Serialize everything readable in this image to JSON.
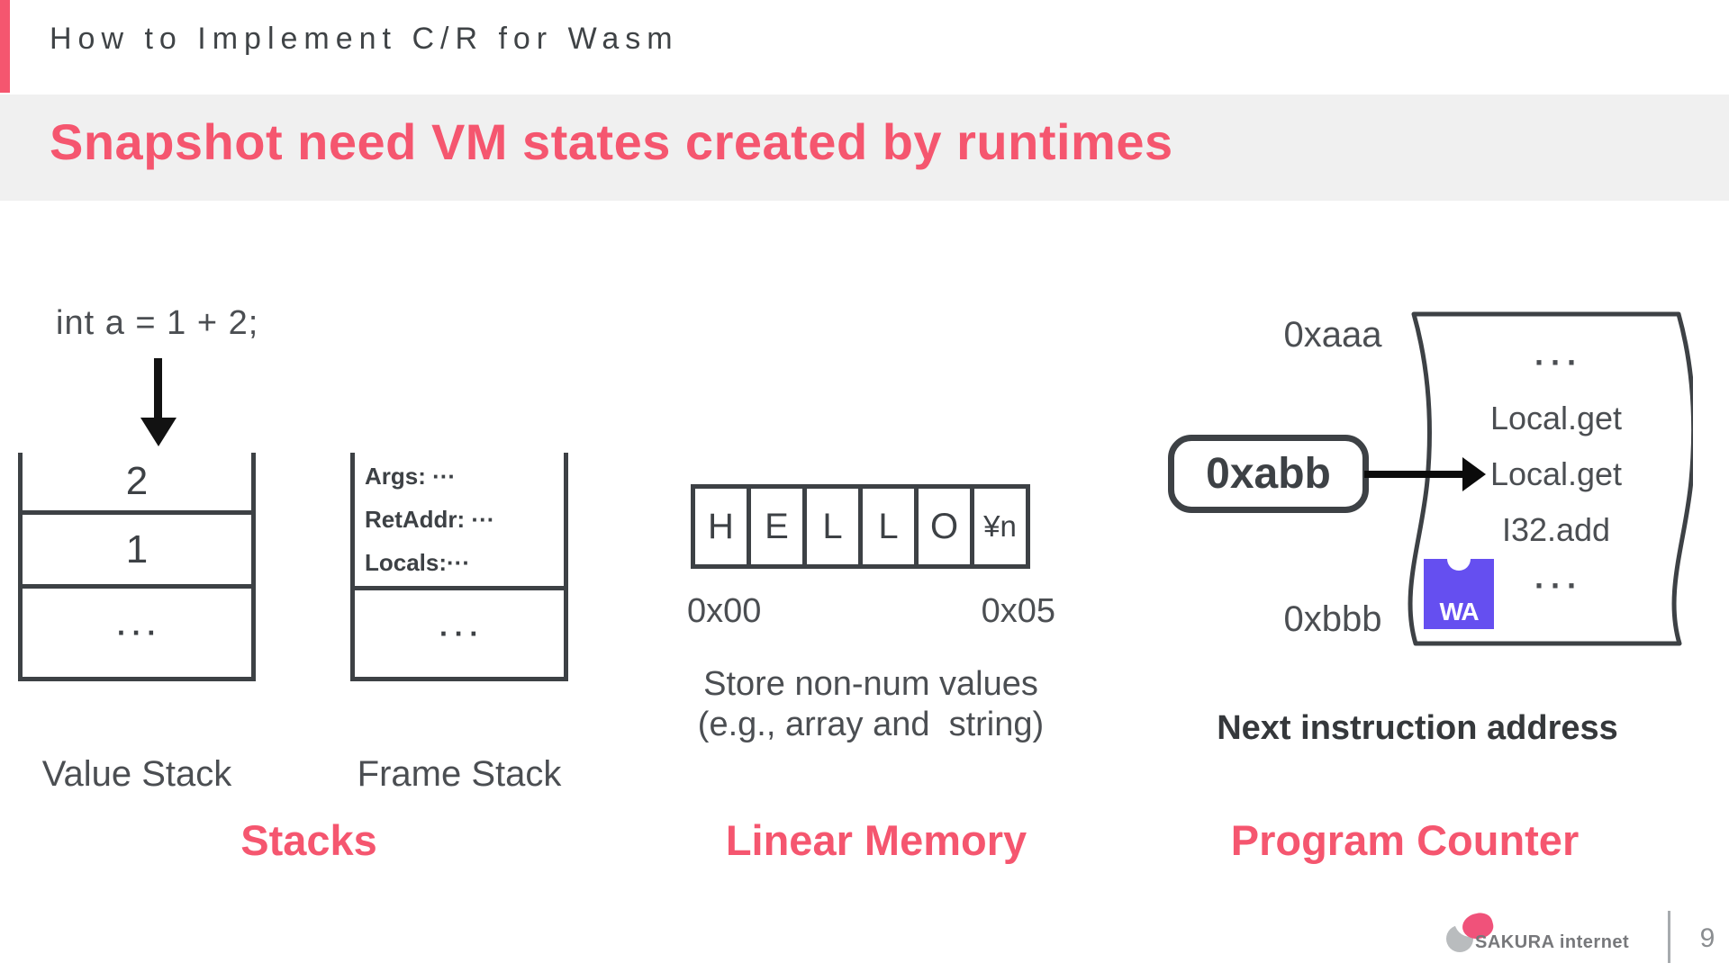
{
  "header": {
    "title": "How to Implement C/R for Wasm"
  },
  "title": "Snapshot need VM states created by runtimes",
  "stacks": {
    "code": "int a = 1 + 2;",
    "label": "Stacks",
    "value_stack": {
      "label": "Value Stack",
      "cells": [
        "2",
        "1",
        "···"
      ]
    },
    "frame_stack": {
      "label": "Frame Stack",
      "fields": [
        "Args: ···",
        "RetAddr: ···",
        "Locals:···"
      ],
      "ellipsis": "···"
    }
  },
  "memory": {
    "label": "Linear Memory",
    "cells": [
      "H",
      "E",
      "L",
      "L",
      "O",
      "¥n"
    ],
    "addr_start": "0x00",
    "addr_end": "0x05",
    "caption1": "Store non-num values",
    "caption2": "(e.g., array and  string)"
  },
  "pc": {
    "label": "Program Counter",
    "addr_top": "0xaaa",
    "addr_bottom": "0xbbb",
    "value": "0xabb",
    "instructions": [
      "···",
      "Local.get",
      "Local.get",
      "I32.add",
      "···"
    ],
    "badge": "WA",
    "caption": "Next instruction address"
  },
  "footer": {
    "brand": "SAKURA internet",
    "page": "9"
  },
  "colors": {
    "accent": "#f5566f",
    "ink": "#3d4145",
    "text": "#4b4e52",
    "band": "#f0f0f0",
    "wasm_purple": "#654ff0"
  }
}
